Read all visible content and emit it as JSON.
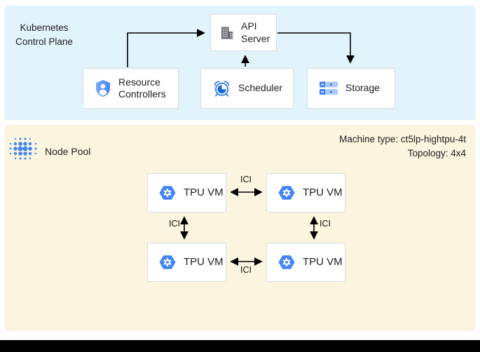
{
  "control_plane": {
    "title": "Kubernetes Control Plane",
    "nodes": {
      "api_server": "API Server",
      "resource_controllers": "Resource Controllers",
      "scheduler": "Scheduler",
      "storage": "Storage"
    }
  },
  "node_pool": {
    "title": "Node Pool",
    "machine_type": "Machine type: ct5lp-hightpu-4t",
    "topology": "Topology: 4x4",
    "interconnect_label": "ICI",
    "vms": [
      {
        "label": "TPU VM"
      },
      {
        "label": "TPU VM"
      },
      {
        "label": "TPU VM"
      },
      {
        "label": "TPU VM"
      }
    ]
  },
  "icons": {
    "api_server": "building-icon",
    "resource_controllers": "shield-user-icon",
    "scheduler": "alarm-clock-icon",
    "storage": "server-stack-icon",
    "tpu_vm": "hexagon-gear-icon",
    "node_pool": "dot-cluster-icon"
  },
  "colors": {
    "control_plane_bg": "#E1F3FB",
    "node_pool_bg": "#FBF4DE",
    "primary_blue": "#4285F4",
    "light_blue": "#AECBFA",
    "dark_blue": "#1967D2",
    "icon_gray": "#5F6368",
    "box_border": "#DADCE0",
    "text_color": "#202124"
  }
}
